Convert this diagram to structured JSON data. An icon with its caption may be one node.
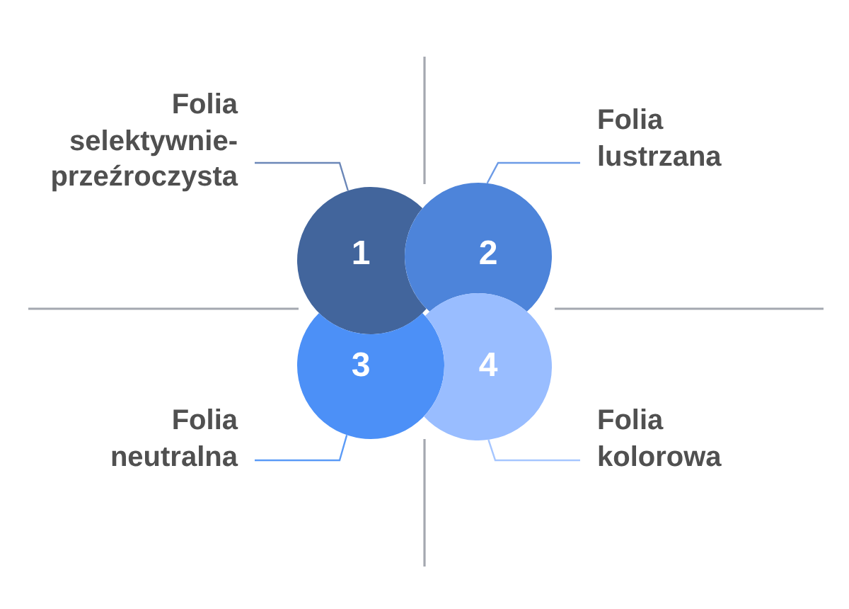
{
  "diagram": {
    "nodes": [
      {
        "text": [
          "Folia selektywnie-przeźroczysta"
        ]
      },
      {
        "text": [
          "Folia lustrzana"
        ]
      },
      {
        "text": [
          "1"
        ]
      },
      {
        "text": [
          "2"
        ]
      },
      {
        "text": [
          "3"
        ]
      },
      {
        "text": [
          "4"
        ]
      },
      {
        "text": [
          "Folia neutralna"
        ]
      },
      {
        "text": [
          "Folia kolorowa"
        ]
      }
    ],
    "edges": [
      {
        "from": 0,
        "to": 2,
        "arrow": "none",
        "color": "#6b87b8"
      },
      {
        "from": 1,
        "to": 3,
        "arrow": "none",
        "color": "#6d9be6"
      },
      {
        "from": 6,
        "to": 4,
        "arrow": "none",
        "color": "#5b9bf7"
      },
      {
        "from": 7,
        "to": 5,
        "arrow": "none",
        "color": "#a6c6ff"
      }
    ]
  }
}
